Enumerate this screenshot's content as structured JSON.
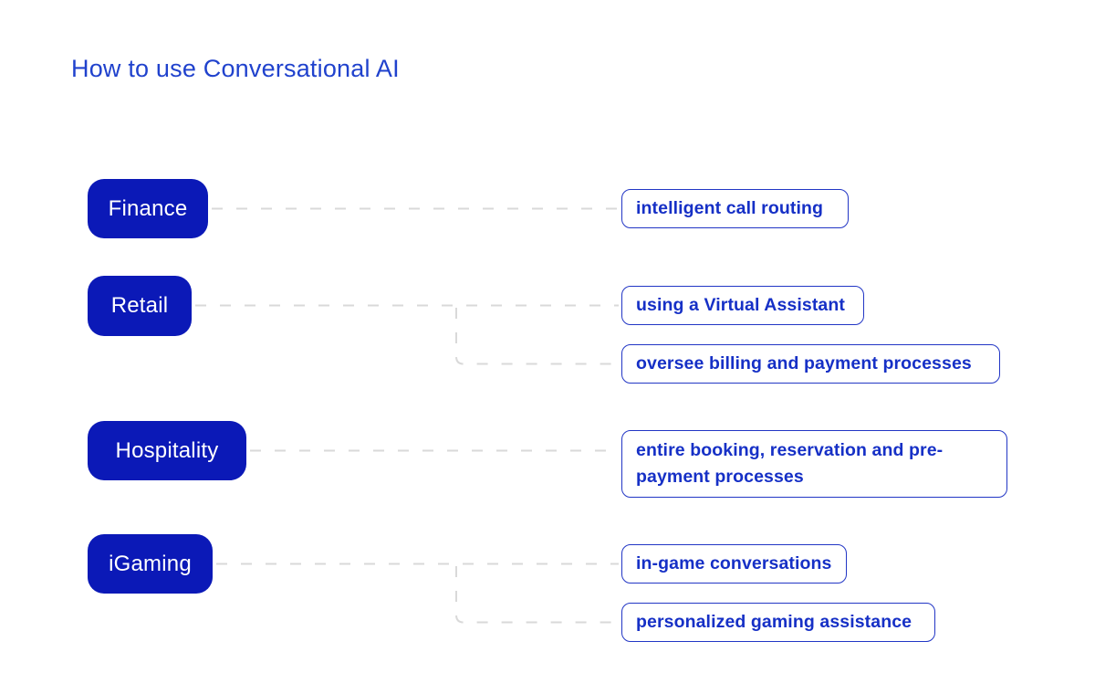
{
  "title": "How to use Conversational AI",
  "colors": {
    "fill_blue": "#0b19b7",
    "outline_blue": "#2236c5",
    "text_blue": "#1630c6",
    "title_blue": "#2042cd",
    "connector_gray": "#d9d9d9",
    "background": "#ffffff"
  },
  "rows": [
    {
      "source": {
        "label": "Finance"
      },
      "targets": [
        {
          "label": "intelligent call routing"
        }
      ]
    },
    {
      "source": {
        "label": "Retail"
      },
      "targets": [
        {
          "label": "using a Virtual Assistant"
        },
        {
          "label": "oversee billing and payment processes"
        }
      ]
    },
    {
      "source": {
        "label": "Hospitality"
      },
      "targets": [
        {
          "label": "entire booking, reservation and pre-payment processes"
        }
      ]
    },
    {
      "source": {
        "label": "iGaming"
      },
      "targets": [
        {
          "label": "in-game conversations"
        },
        {
          "label": "personalized gaming assistance"
        }
      ]
    }
  ]
}
